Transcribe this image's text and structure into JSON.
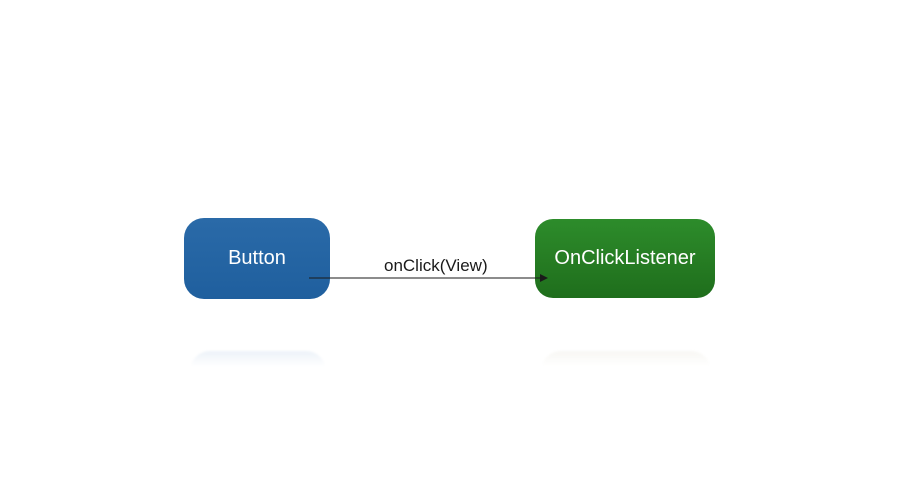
{
  "nodes": {
    "source": {
      "label": "Button",
      "color": "#2364a3"
    },
    "target": {
      "label": "OnClickListener",
      "color": "#267e24"
    }
  },
  "edge": {
    "label": "onClick(View)",
    "color": "#1a1a1a"
  }
}
